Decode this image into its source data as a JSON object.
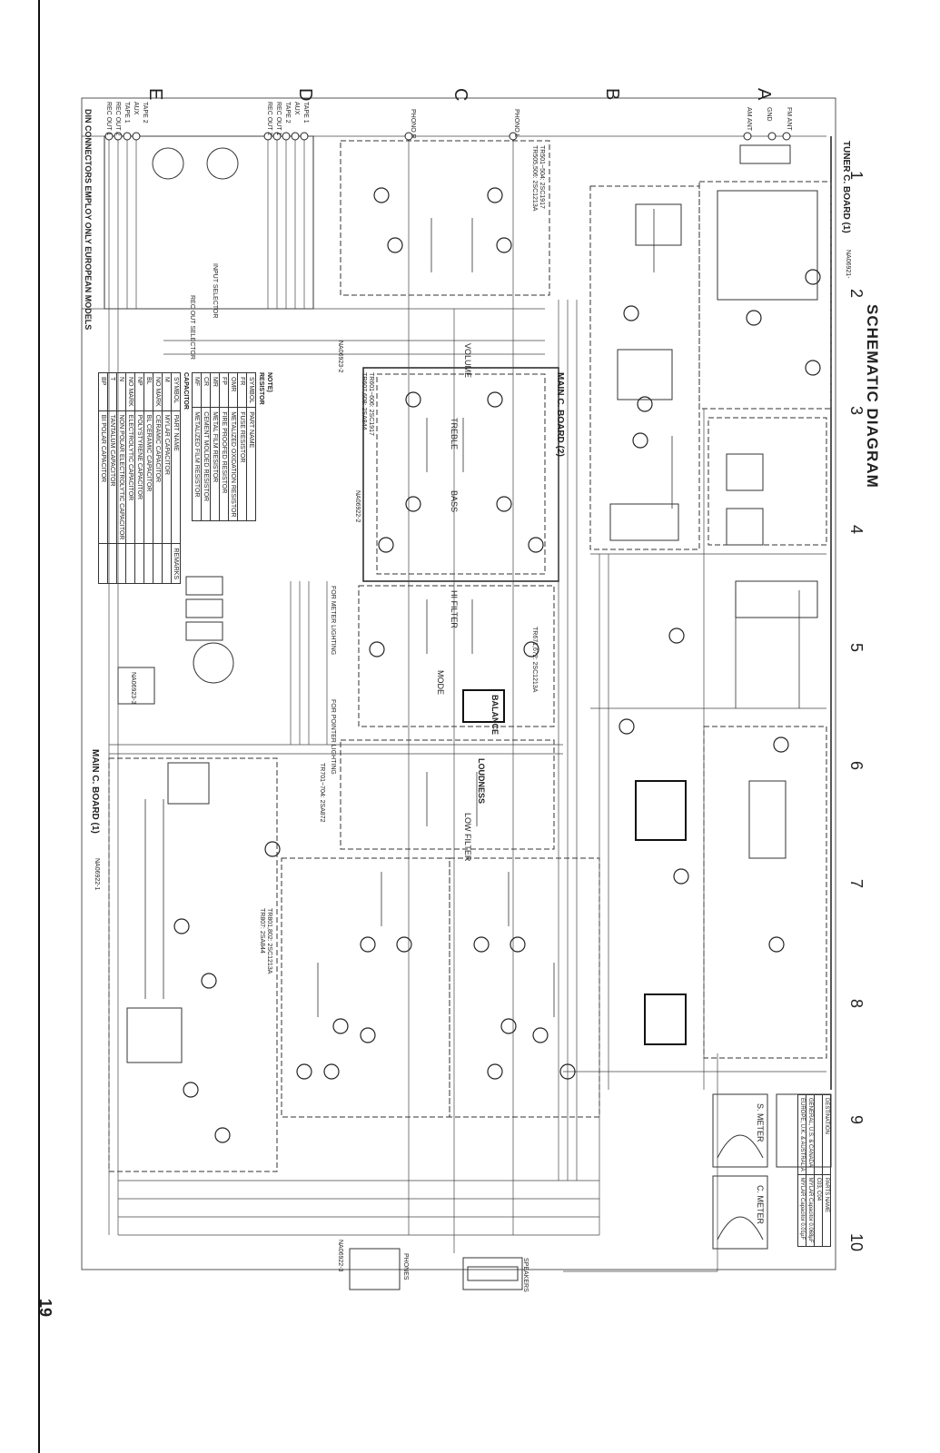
{
  "title": "SCHEMATIC DIAGRAM",
  "page_number": "19",
  "row_labels": [
    "A",
    "B",
    "C",
    "D",
    "E"
  ],
  "column_numbers": [
    "1",
    "2",
    "3",
    "4",
    "5",
    "6",
    "7",
    "8",
    "9",
    "10"
  ],
  "boards": {
    "tuner": "TUNER C. BOARD (1)",
    "tuner_ref": "NA06921-",
    "main2": "MAIN C. BOARD (2)",
    "main2_ref": "NA06922-2",
    "main1": "MAIN C. BOARD (1)",
    "main1_ref": "NA06922-1",
    "ref3": "NA06923-2",
    "ref4": "NA06923-3",
    "ref5": "NA06922-3"
  },
  "left_notes": {
    "din": "DIN CONNECTORS EMPLOY ONLY EUROPEAN MODELS",
    "input_selector": "INPUT SELECTOR",
    "rec_out_selector": "REC OUT SELECTOR"
  },
  "jack_labels": [
    "AM ANT",
    "FM ANT",
    "GND",
    "PHONO L",
    "PHONO R",
    "TAPE 1",
    "AUX",
    "TAPE 2",
    "REC OUT 1",
    "REC OUT 2",
    "TAPE 2",
    "AUX",
    "TAPE 1",
    "REC OUT 2",
    "REC OUT 1"
  ],
  "section_labels": {
    "volume": "VOLUME",
    "treble": "TREBLE",
    "bass": "BASS",
    "hi_filter": "HI FILTER",
    "mode": "MODE",
    "balance": "BALANCE",
    "loudness": "LOUDNESS",
    "low_filter": "LOW FILTER",
    "meter_lighting": "FOR METER LIGHTING",
    "pointer_lighting": "FOR POINTER LIGHTING",
    "speakers": "SPEAKERS",
    "phones": "PHONES",
    "s_meter": "S. METER",
    "c_meter": "C. METER"
  },
  "legend": {
    "note": "NOTE)",
    "resistor_heading": "RESISTOR",
    "capacitor_heading": "CAPACITOR",
    "resistor_columns": [
      "SYMBOL",
      "PART NAME"
    ],
    "resistor_rows": [
      [
        "FR",
        "FUSE RESISTOR"
      ],
      [
        "OMR",
        "METALIZED OXIDATION RESISTOR"
      ],
      [
        "FP",
        "FIRE PROOFED RESISTOR"
      ],
      [
        "MR",
        "METAL FILM RESISTOR"
      ],
      [
        "CR",
        "CEMENT MOLDED RESISTOR"
      ],
      [
        "MF",
        "METALIZED FILM RESISTOR"
      ]
    ],
    "capacitor_columns": [
      "SYMBOL",
      "PART NAME",
      "REMARKS"
    ],
    "capacitor_rows": [
      [
        "M",
        "MYLAR CAPACITOR"
      ],
      [
        "NO MARK",
        "CERAMIC CAPACITOR"
      ],
      [
        "BL",
        "BL CERAMIC CAPACITOR"
      ],
      [
        "NP",
        "POLYSTYRENE CAPACITOR"
      ],
      [
        "NO MARK",
        "ELECTROLYTIC CAPACITOR"
      ],
      [
        "N",
        "NON POLAR ELECTROLYTIC CAPACITOR"
      ],
      [
        "T",
        "TANTALUM CAPACITOR"
      ],
      [
        "BP",
        "BI POLAR CAPACITOR"
      ]
    ]
  },
  "parts_table": {
    "heading": "PARTS NAME",
    "col_destination": "DESTINATION",
    "col_part": "C03, C04",
    "rows": [
      [
        "GENERAL, U.S. & CANADA",
        "MYLAR Capacitor 0.068µF"
      ],
      [
        "EUROPE, U.K. & AUSTRALIA",
        "MYLAR Capacitor 0.01µF"
      ]
    ]
  },
  "transistor_notes": [
    "TR501~504: 2SC1917",
    "TR505,506: 2SC1213A",
    "TR601~606: 2SC1917",
    "TR607,608: 2SA844",
    "TR671,672: 2SC1213A",
    "TR701~704: 2SA872",
    "TR801,802: 2SC1213A",
    "TR807: 2SA844"
  ]
}
